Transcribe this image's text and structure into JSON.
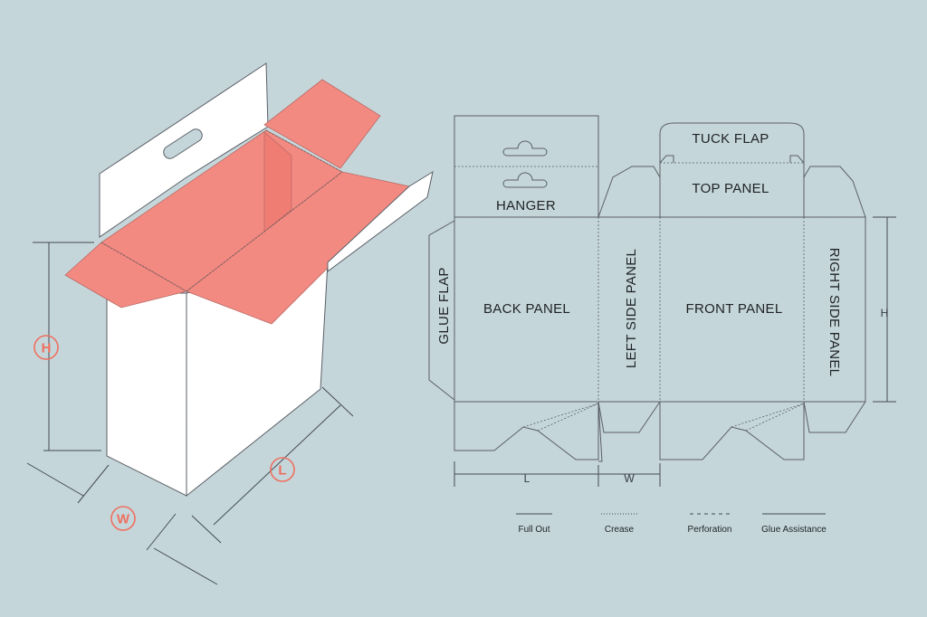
{
  "colors": {
    "background": "#c5d6da",
    "accent": "#f38a82",
    "badge": "#ef6f5f",
    "box_face": "#ffffff",
    "line": "#5a5f66"
  },
  "box3d": {
    "badges": {
      "height": "H",
      "length": "L",
      "width": "W"
    }
  },
  "dieline": {
    "panels": {
      "tuck_flap": "TUCK FLAP",
      "top_panel": "TOP PANEL",
      "hanger": "HANGER",
      "glue_flap": "GLUE FLAP",
      "back_panel": "BACK PANEL",
      "left_side_panel": "LEFT SIDE PANEL",
      "front_panel": "FRONT PANEL",
      "right_side_panel": "RIGHT SIDE PANEL"
    },
    "dimensions": {
      "length": "L",
      "width": "W",
      "height": "H"
    }
  },
  "legend": [
    {
      "label": "Full Out",
      "style": "solid"
    },
    {
      "label": "Crease",
      "style": "dotted"
    },
    {
      "label": "Perforation",
      "style": "dashed"
    },
    {
      "label": "Glue Assistance",
      "style": "solid"
    }
  ]
}
